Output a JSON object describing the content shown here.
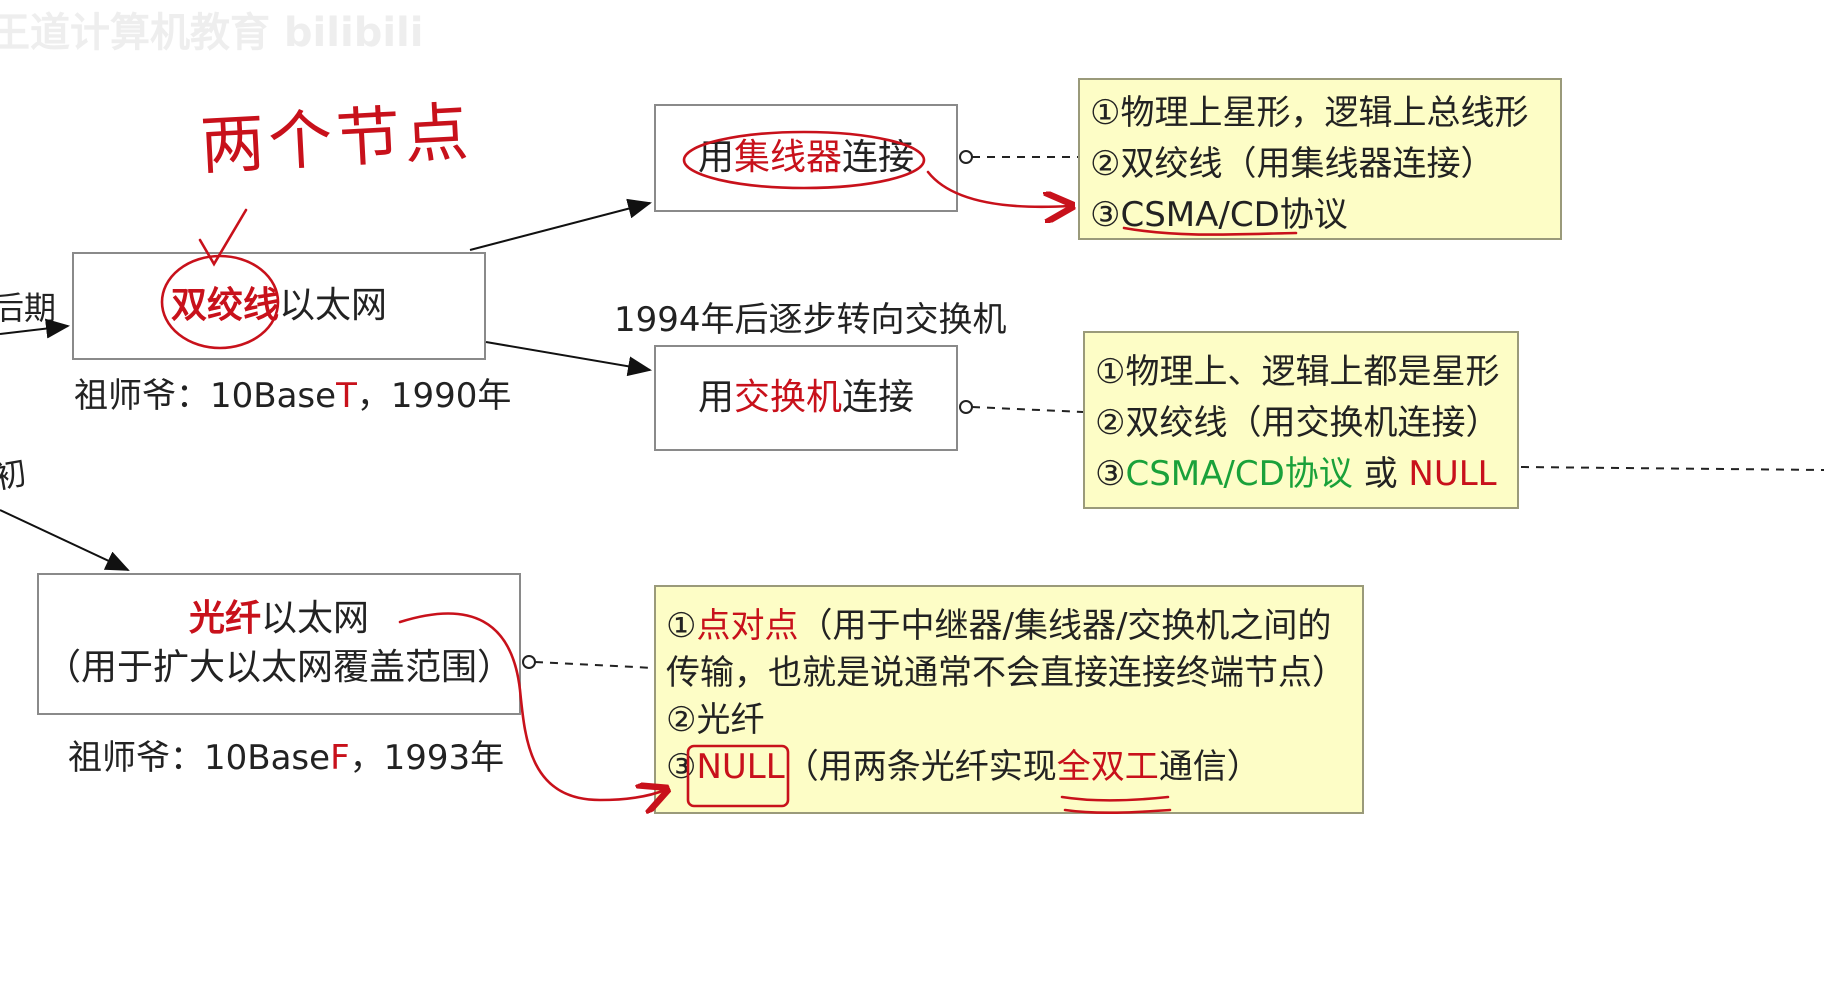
{
  "watermark": "王道计算机教育 bilibili",
  "left_labels": {
    "later": "后期",
    "early": "初"
  },
  "annotation_text": "两个节点",
  "twisted_box": {
    "highlight": "双绞线",
    "rest": "以太网"
  },
  "twisted_caption": {
    "prefix": "祖师爷：10Base",
    "letter": "T",
    "suffix": "，1990年"
  },
  "hub_box": {
    "prefix": "用",
    "highlight": "集线器",
    "suffix": "连接"
  },
  "hub_note": {
    "line1": "①物理上星形，逻辑上总线形",
    "line2": "②双绞线（用集线器连接）",
    "line3": "③CSMA/CD协议"
  },
  "mid_text": "1994年后逐步转向交换机",
  "switch_box": {
    "prefix": "用",
    "highlight": "交换机",
    "suffix": "连接"
  },
  "switch_note": {
    "line1": "①物理上、逻辑上都是星形",
    "line2": "②双绞线（用交换机连接）",
    "line3_num": "③",
    "line3_green": "CSMA/CD协议",
    "line3_or": " 或 ",
    "line3_red": "NULL"
  },
  "fiber_box": {
    "highlight": "光纤",
    "rest": "以太网",
    "line2": "（用于扩大以太网覆盖范围）"
  },
  "fiber_caption": {
    "prefix": "祖师爷：10Base",
    "letter": "F",
    "suffix": "，1993年"
  },
  "fiber_note": {
    "line1_num": "①",
    "line1_red": "点对点",
    "line1_rest": "（用于中继器/集线器/交换机之间的",
    "line2": "传输，也就是说通常不会直接连接终端节点）",
    "line3": "②光纤",
    "line4_num": "③",
    "line4_red": "NULL",
    "line4_pre": "（用两条光纤实现",
    "line4_red2": "全双工",
    "line4_post": "通信）"
  },
  "colors": {
    "accent_red": "#c8111b",
    "note_bg": "#fdfdc6",
    "green": "#1aa13a"
  }
}
